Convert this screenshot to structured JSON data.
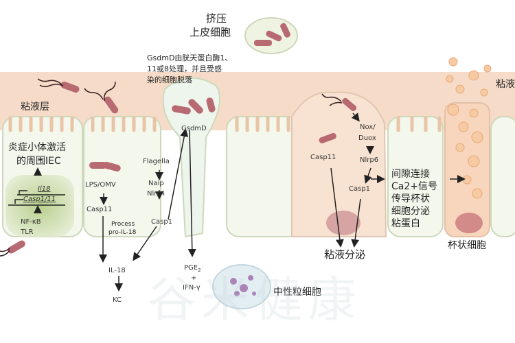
{
  "colors": {
    "mucus": "#f6d9c3",
    "cell": "#f2f6ea",
    "cell_border": "#c9d5b5",
    "nucleus_green": "#a9c27c",
    "bacteria": "#b86a72",
    "goblet": "#f4c9a8",
    "arrow": "#222222"
  },
  "labels": {
    "mucus_layer_left": "粘液层",
    "mucus_layer_right": "粘液",
    "extrude_title": [
      "挤压",
      "上皮细胞"
    ],
    "gsdmd_note": [
      "GsdmD由胱天蛋白酶1、",
      "11或8处理，并且受感",
      "染的细胞脱落"
    ],
    "gsdmd": "GsdmD",
    "inflammasome_iec": [
      "炎症小体激活",
      "的周围IEC"
    ],
    "il18_gene": "Il18",
    "casp_gene": "Casp1/11",
    "nfkb": "NF-κB",
    "tlr": "TLR",
    "lps": "LPS/OMV",
    "casp11_a": "Casp11",
    "process": [
      "Process",
      "pro-IL-18"
    ],
    "flagella": "Flagella",
    "naip": "Naip",
    "nlrc4": "Nlrc4",
    "casp1_a": "Casp1",
    "il18": "IL-18",
    "kc": "KC",
    "pge2": "PGE",
    "pge2_sub": "2",
    "plus": "+",
    "ifn": "IFN-γ",
    "neutrophil": "中性粒细胞",
    "casp11_b": "Casp11",
    "nox": [
      "Nox/",
      "Duox"
    ],
    "nlrp6": "Nlrp6",
    "casp1_b": "Casp1",
    "gap_junction": [
      "间隙连接",
      "Ca2+信号",
      "传导杯状",
      "细胞分泌",
      "粘蛋白"
    ],
    "mucus_secretion": "粘液分泌",
    "goblet_cell": "杯状细胞"
  },
  "watermark": "谷米健康"
}
